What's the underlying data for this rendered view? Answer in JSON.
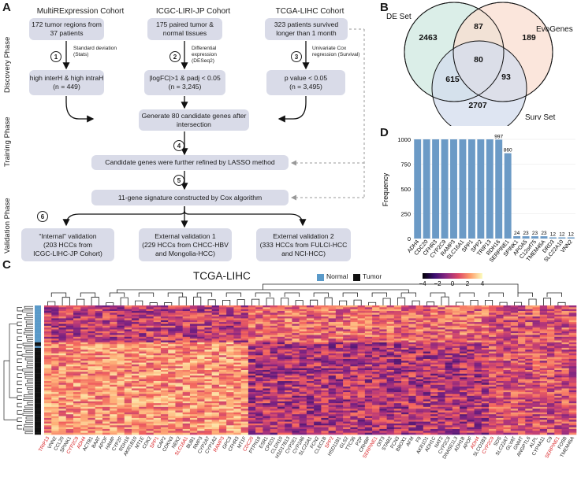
{
  "panels": {
    "A": "A",
    "B": "B",
    "C": "C",
    "D": "D"
  },
  "flow": {
    "phases": [
      "Discovery Phase",
      "Training Phase",
      "Validation Phase"
    ],
    "cohorts": [
      "MultiRExpression Cohort",
      "ICGC-LIRI-JP Cohort",
      "TCGA-LIHC Cohort"
    ],
    "sources": [
      "172 tumor regions from 37 patients",
      "175 paired tumor & normal tissues",
      "323 patients survived longer than 1 month"
    ],
    "steps": [
      "1",
      "2",
      "3",
      "4",
      "5",
      "6"
    ],
    "methods": [
      "Standard deviation (Stats)",
      "Differential expression (DESeq2)",
      "Univariate Cox regression (Survival)"
    ],
    "criteria": [
      {
        "line1": "high interH & high intraH",
        "line2": "(n = 449)"
      },
      {
        "line1": "|logFC|>1 & padj < 0.05",
        "line2": "(n = 3,245)"
      },
      {
        "line1": "p value < 0.05",
        "line2": "(n = 3,495)"
      }
    ],
    "intersection": "Generate 80 candidate genes after intersection",
    "lasso": "Candidate genes were further refined by LASSO method",
    "signature": "11-gene signature constructed by Cox algorithm",
    "validations": [
      {
        "line1": "“Internal” validation",
        "line2": "(203 HCCs from",
        "line3": "ICGC-LIHC-JP Cohort)"
      },
      {
        "line1": "External validation 1",
        "line2": "(229 HCCs from CHCC-HBV",
        "line3": "and Mongolia-HCC)"
      },
      {
        "line1": "External validation 2",
        "line2": "(333 HCCs from FULCI-HCC",
        "line3": "and NCI-HCC)"
      }
    ]
  },
  "venn": {
    "sets": [
      "DE Set",
      "EvoGenes",
      "Surv Set"
    ],
    "colors": [
      "#cfe8e0",
      "#f9ded0",
      "#d3dcee"
    ],
    "counts": {
      "de_only": "2463",
      "de_evo": "87",
      "evo_only": "189",
      "all": "80",
      "de_surv": "615",
      "evo_surv": "93",
      "surv_only": "2707"
    }
  },
  "chart_data": {
    "type": "bar",
    "ylabel": "Frequency",
    "ylim": [
      0,
      1000
    ],
    "yticks": [
      0,
      250,
      500,
      750,
      1000
    ],
    "color": "#6b9ac6",
    "categories": [
      "ADH4",
      "CDC20",
      "CFHR3",
      "CYP2C9",
      "RAMP3",
      "SLC16A1",
      "SPP1",
      "SPP2",
      "TRIP13",
      "RDH16",
      "SERPINE1",
      "SPINK1",
      "APOA5",
      "C12orf75",
      "TMEM45A",
      "DRD3",
      "SLC22A10",
      "VNN2"
    ],
    "values": [
      1000,
      1000,
      1000,
      1000,
      1000,
      1000,
      1000,
      1000,
      1000,
      997,
      860,
      24,
      23,
      23,
      23,
      12,
      12,
      12
    ],
    "labels": [
      "",
      "",
      "",
      "",
      "",
      "",
      "",
      "",
      "",
      "997",
      "860",
      "24",
      "23",
      "23",
      "23",
      "12",
      "12",
      "12"
    ]
  },
  "heatmap": {
    "title": "TCGA-LIHC",
    "legend_groups": [
      {
        "label": "Normal",
        "color": "#5a9ac9"
      },
      {
        "label": "Tumor",
        "color": "#111111"
      }
    ],
    "scale_ticks": [
      "−4",
      "−2",
      "0",
      "2",
      "4"
    ],
    "genes": [
      {
        "name": "TRIP13",
        "hl": true
      },
      {
        "name": "VNN2",
        "hl": false
      },
      {
        "name": "CCL20",
        "hl": false
      },
      {
        "name": "SPINK1",
        "hl": false
      },
      {
        "name": "CYP2C9",
        "hl": true
      },
      {
        "name": "ADH4",
        "hl": true
      },
      {
        "name": "ACTB1",
        "hl": false
      },
      {
        "name": "BAAT",
        "hl": false
      },
      {
        "name": "APOF",
        "hl": false
      },
      {
        "name": "HAMP",
        "hl": false
      },
      {
        "name": "CYP2F",
        "hl": false
      },
      {
        "name": "RDH16",
        "hl": false
      },
      {
        "name": "AKR1B10",
        "hl": false
      },
      {
        "name": "MT1E",
        "hl": false
      },
      {
        "name": "CDK2",
        "hl": false
      },
      {
        "name": "SPP1",
        "hl": true
      },
      {
        "name": "CAP2",
        "hl": false
      },
      {
        "name": "CDKN3",
        "hl": false
      },
      {
        "name": "NEK2",
        "hl": false
      },
      {
        "name": "SLC16A1",
        "hl": true
      },
      {
        "name": "BUB1",
        "hl": false
      },
      {
        "name": "RMP3",
        "hl": false
      },
      {
        "name": "CYP2A7",
        "hl": false
      },
      {
        "name": "CYP1A2",
        "hl": false
      },
      {
        "name": "RAMP3",
        "hl": true
      },
      {
        "name": "GPC3",
        "hl": false
      },
      {
        "name": "CFHR3",
        "hl": false
      },
      {
        "name": "MT1F",
        "hl": false
      },
      {
        "name": "CDC20",
        "hl": true
      },
      {
        "name": "PTPN18",
        "hl": false
      },
      {
        "name": "ESR1",
        "hl": false
      },
      {
        "name": "CPED1",
        "hl": false
      },
      {
        "name": "CLDN10",
        "hl": false
      },
      {
        "name": "HSD17B13",
        "hl": false
      },
      {
        "name": "CYP2E1",
        "hl": false
      },
      {
        "name": "CYP2A6",
        "hl": false
      },
      {
        "name": "SLC22A1",
        "hl": false
      },
      {
        "name": "FCN2",
        "hl": false
      },
      {
        "name": "CLEC1B",
        "hl": false
      },
      {
        "name": "SPP2",
        "hl": true
      },
      {
        "name": "HSD11B1",
        "hl": false
      },
      {
        "name": "GLS2",
        "hl": false
      },
      {
        "name": "TTC36",
        "hl": false
      },
      {
        "name": "PZP",
        "hl": false
      },
      {
        "name": "CRHBP",
        "hl": false
      },
      {
        "name": "SERPINE1",
        "hl": true
      },
      {
        "name": "OIT3",
        "hl": false
      },
      {
        "name": "STAB2",
        "hl": false
      },
      {
        "name": "FCN3",
        "hl": false
      },
      {
        "name": "BBOX1",
        "hl": false
      },
      {
        "name": "AFM",
        "hl": false
      },
      {
        "name": "F9",
        "hl": false
      },
      {
        "name": "AKR1D1",
        "hl": false
      },
      {
        "name": "ADH1C",
        "hl": false
      },
      {
        "name": "NAT2",
        "hl": false
      },
      {
        "name": "CYP2C8",
        "hl": false
      },
      {
        "name": "DNASE1L3",
        "hl": false
      },
      {
        "name": "ADH1B",
        "hl": false
      },
      {
        "name": "APOF",
        "hl": false
      },
      {
        "name": "ADH4",
        "hl": true
      },
      {
        "name": "SLCO1B3",
        "hl": false
      },
      {
        "name": "CYP2C9",
        "hl": true
      },
      {
        "name": "SDS",
        "hl": false
      },
      {
        "name": "SLC22A7",
        "hl": false
      },
      {
        "name": "GLYAT",
        "hl": false
      },
      {
        "name": "GNMT",
        "hl": false
      },
      {
        "name": "ANGPTL6",
        "hl": false
      },
      {
        "name": "ALPL",
        "hl": false
      },
      {
        "name": "CYP4A11",
        "hl": false
      },
      {
        "name": "C9",
        "hl": false
      },
      {
        "name": "SERPINE1",
        "hl": true
      },
      {
        "name": "FOSB",
        "hl": false
      },
      {
        "name": "TMEM45A",
        "hl": false
      }
    ]
  }
}
